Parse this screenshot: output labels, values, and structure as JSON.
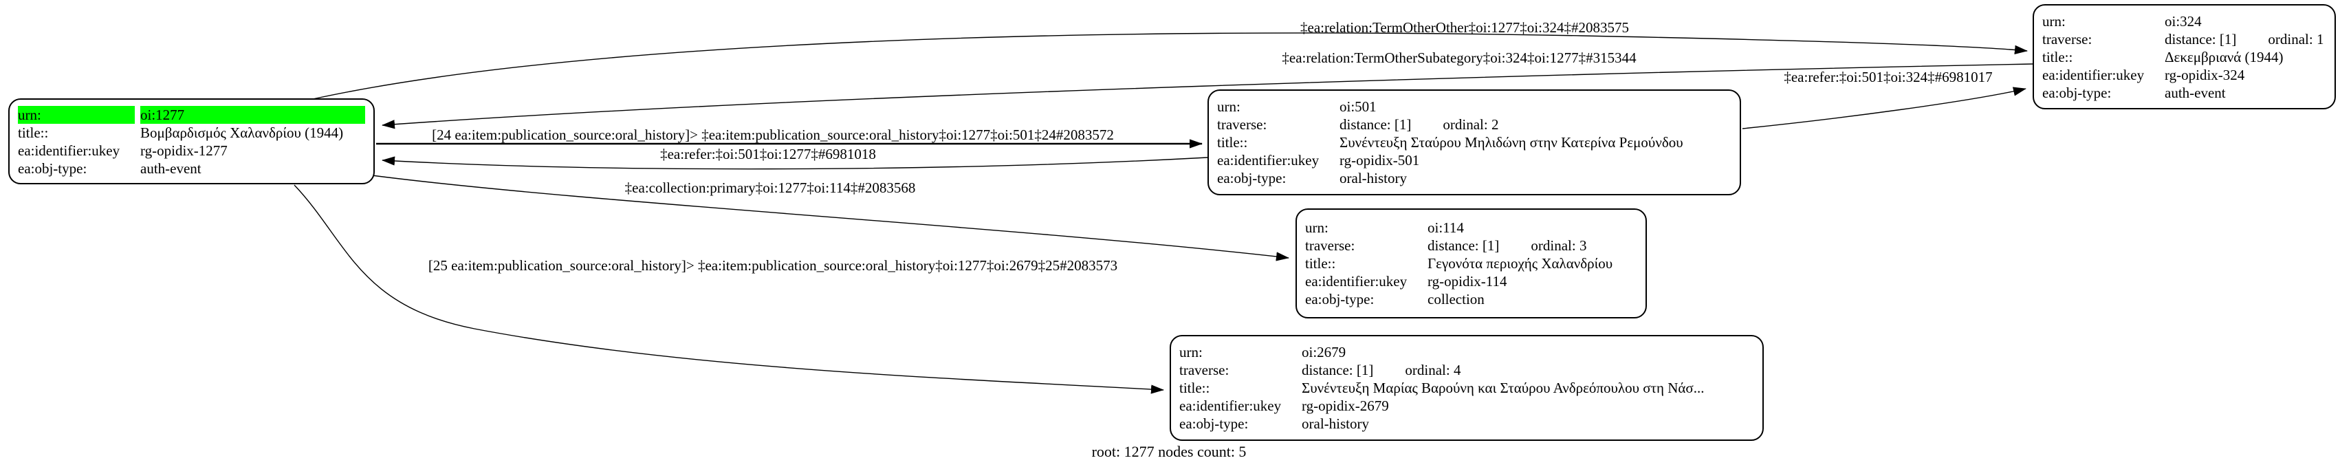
{
  "colors": {
    "background": "#ffffff",
    "node_border": "#000000",
    "edge": "#000000",
    "highlight": "#00ff00"
  },
  "footer": {
    "root_label": "root: 1277 nodes count: 5"
  },
  "nodes": {
    "n1277": {
      "rows": [
        {
          "k": "urn:",
          "v": "oi:1277"
        },
        {
          "k": "title::",
          "v": "Βομβαρδισμός Χαλανδρίου (1944)"
        },
        {
          "k": "ea:identifier:ukey",
          "v": "rg-opidix-1277"
        },
        {
          "k": "ea:obj-type:",
          "v": "auth-event"
        }
      ]
    },
    "n324": {
      "rows": [
        {
          "k": "urn:",
          "v": "oi:324"
        },
        {
          "k": "traverse:",
          "v": "distance: [1]",
          "v2": "ordinal: 1"
        },
        {
          "k": "title::",
          "v": "Δεκεμβριανά (1944)"
        },
        {
          "k": "ea:identifier:ukey",
          "v": "rg-opidix-324"
        },
        {
          "k": "ea:obj-type:",
          "v": "auth-event"
        }
      ]
    },
    "n501": {
      "rows": [
        {
          "k": "urn:",
          "v": "oi:501"
        },
        {
          "k": "traverse:",
          "v": "distance: [1]",
          "v2": "ordinal: 2"
        },
        {
          "k": "title::",
          "v": "Συνέντευξη Σταύρου Μηλιδώνη στην Κατερίνα Ρεμούνδου"
        },
        {
          "k": "ea:identifier:ukey",
          "v": "rg-opidix-501"
        },
        {
          "k": "ea:obj-type:",
          "v": "oral-history"
        }
      ]
    },
    "n114": {
      "rows": [
        {
          "k": "urn:",
          "v": "oi:114"
        },
        {
          "k": "traverse:",
          "v": "distance: [1]",
          "v2": "ordinal: 3"
        },
        {
          "k": "title::",
          "v": "Γεγονότα περιοχής Χαλανδρίου"
        },
        {
          "k": "ea:identifier:ukey",
          "v": "rg-opidix-114"
        },
        {
          "k": "ea:obj-type:",
          "v": "collection"
        }
      ]
    },
    "n2679": {
      "rows": [
        {
          "k": "urn:",
          "v": "oi:2679"
        },
        {
          "k": "traverse:",
          "v": "distance: [1]",
          "v2": "ordinal: 4"
        },
        {
          "k": "title::",
          "v": "Συνέντευξη Μαρίας Βαρούνη και Σταύρου Ανδρεόπουλου στη Νάσ..."
        },
        {
          "k": "ea:identifier:ukey",
          "v": "rg-opidix-2679"
        },
        {
          "k": "ea:obj-type:",
          "v": "oral-history"
        }
      ]
    }
  },
  "edges": {
    "term_other_other": {
      "label": "‡ea:relation:TermOtherOther‡oi:1277‡oi:324‡#2083575"
    },
    "term_other_subategory": {
      "label": "‡ea:relation:TermOtherSubategory‡oi:324‡oi:1277‡#315344"
    },
    "refer_501_324": {
      "label": "‡ea:refer:‡oi:501‡oi:324‡#6981017"
    },
    "item_pub_source_501": {
      "label": "[24 ea:item:publication_source:oral_history]> ‡ea:item:publication_source:oral_history‡oi:1277‡oi:501‡24#2083572"
    },
    "refer_501_1277": {
      "label": "‡ea:refer:‡oi:501‡oi:1277‡#6981018"
    },
    "collection_primary": {
      "label": "‡ea:collection:primary‡oi:1277‡oi:114‡#2083568"
    },
    "item_pub_source_2679": {
      "label": "[25 ea:item:publication_source:oral_history]> ‡ea:item:publication_source:oral_history‡oi:1277‡oi:2679‡25#2083573"
    }
  }
}
